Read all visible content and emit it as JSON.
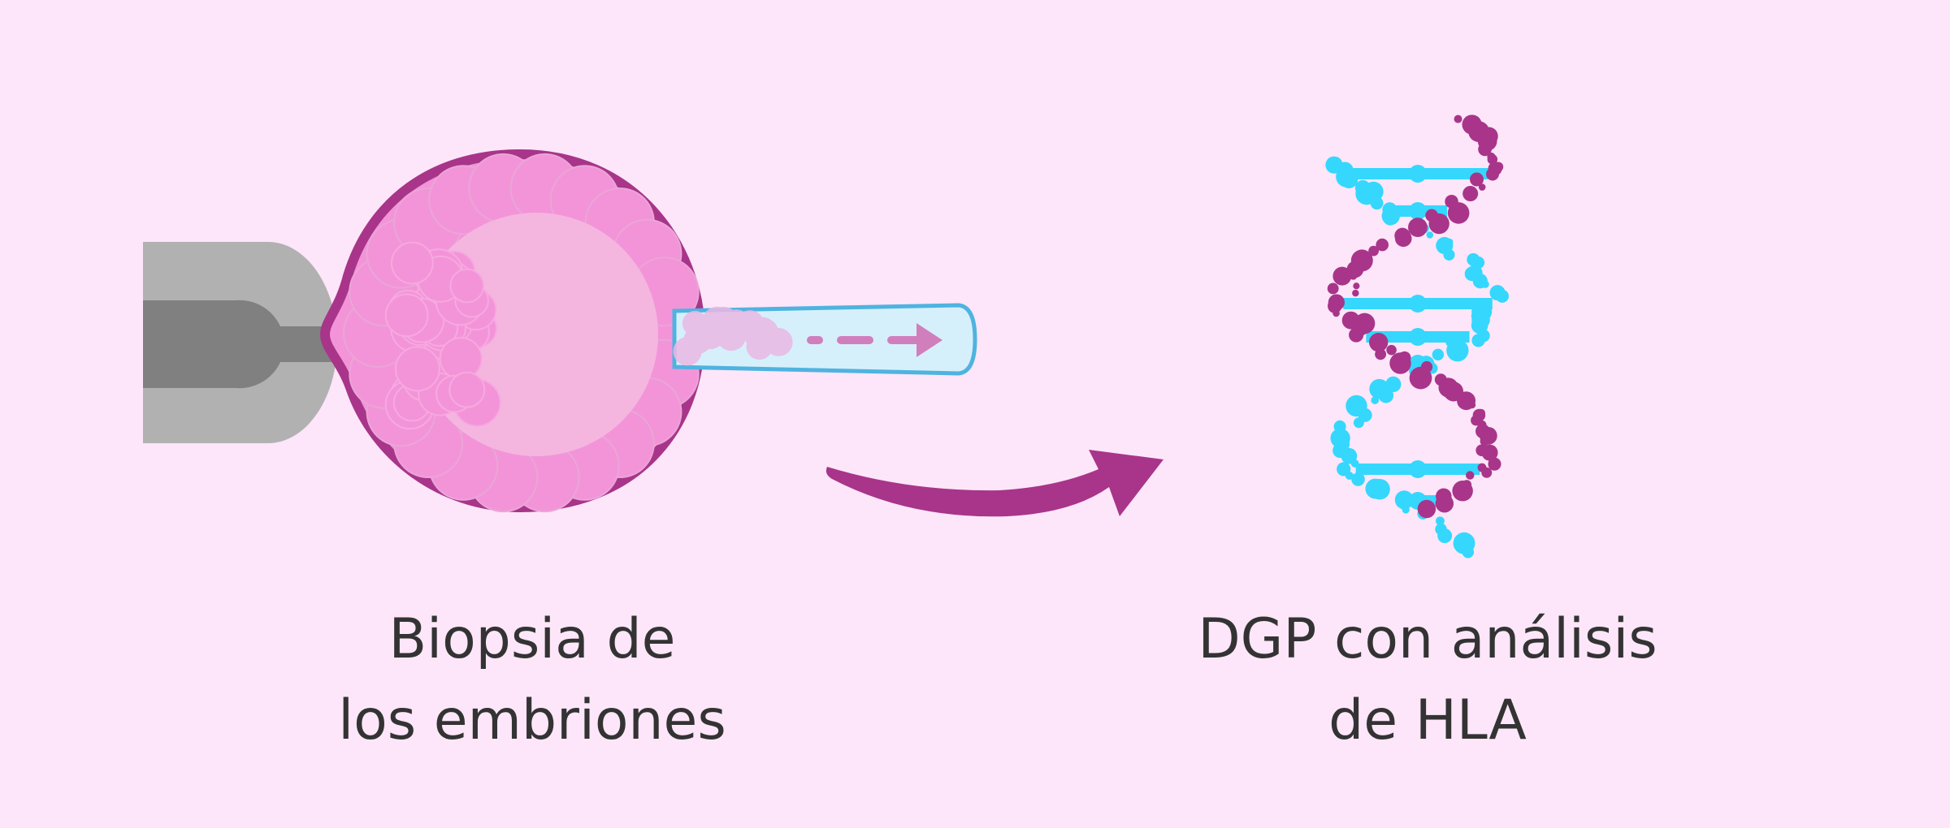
{
  "colors": {
    "background": "#fde6f9",
    "membrane": "#a8358a",
    "cell": "#f394d9",
    "cavity": "#f4b6df",
    "pipette_light": "#b1b1b1",
    "pipette_dark": "#808080",
    "needle_fill": "#d6f0fb",
    "needle_stroke": "#4fb3e0",
    "dna_cyan": "#35d7fd",
    "dna_purple": "#a8358a",
    "text": "#333333"
  },
  "captions": {
    "biopsy": {
      "line1": "Biopsia de",
      "line2": "los embriones"
    },
    "pgd": {
      "line1": "DGP con análisis",
      "line2": "de HLA"
    }
  }
}
